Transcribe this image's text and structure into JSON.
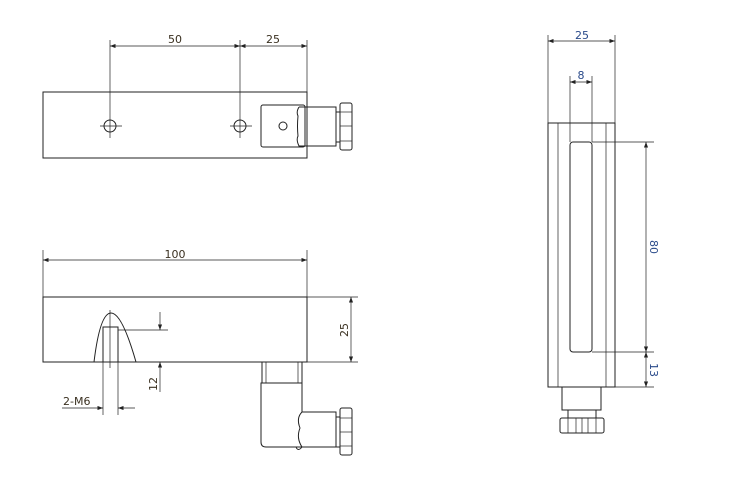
{
  "top_view": {
    "dim_hole_spacing": "50",
    "dim_hole_to_end": "25"
  },
  "front_view": {
    "dim_length": "100",
    "dim_height": "25",
    "dim_thread_depth": "12",
    "thread_label": "2-M6"
  },
  "side_view": {
    "dim_width": "25",
    "dim_slot_width": "8",
    "dim_slot_length": "80",
    "dim_slot_offset": "13"
  }
}
